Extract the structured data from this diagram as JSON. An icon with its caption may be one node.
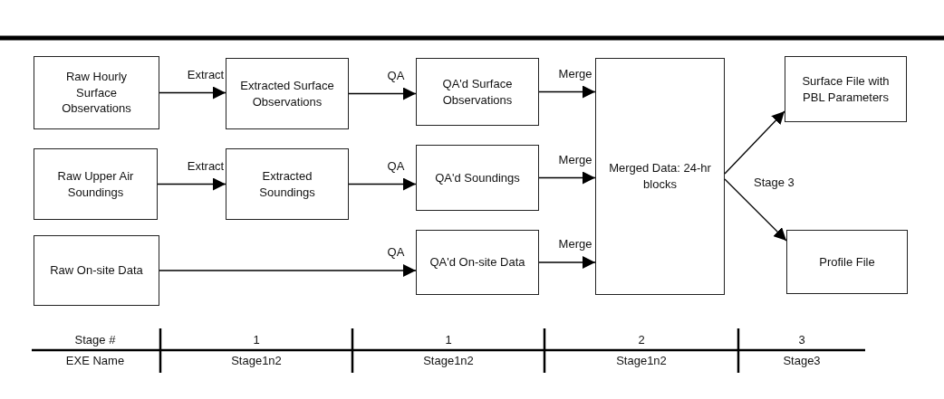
{
  "diagram": {
    "nodes": [
      {
        "text": [
          "Raw Hourly Surface Observations"
        ]
      },
      {
        "text": [
          "Extracted Surface Observations"
        ]
      },
      {
        "text": [
          "QA'd Surface Observations"
        ]
      },
      {
        "text": [
          "Merged Data: 24-hr blocks"
        ]
      },
      {
        "text": [
          "Surface File with PBL Parameters"
        ]
      },
      {
        "text": [
          "Raw Upper Air Soundings"
        ]
      },
      {
        "text": [
          "Extracted Soundings"
        ]
      },
      {
        "text": [
          "QA'd Soundings"
        ]
      },
      {
        "text": [
          "Raw On-site Data"
        ]
      },
      {
        "text": [
          "QA'd On-site Data"
        ]
      },
      {
        "text": [
          "Profile File"
        ]
      }
    ],
    "edges": [
      {
        "from": 0,
        "to": 1,
        "arrow": "to",
        "label": "Extract"
      },
      {
        "from": 1,
        "to": 2,
        "arrow": "to",
        "label": "QA"
      },
      {
        "from": 2,
        "to": 3,
        "arrow": "to",
        "label": "Merge"
      },
      {
        "from": 5,
        "to": 6,
        "arrow": "to",
        "label": "Extract"
      },
      {
        "from": 6,
        "to": 7,
        "arrow": "to",
        "label": "QA"
      },
      {
        "from": 7,
        "to": 3,
        "arrow": "to",
        "label": "Merge"
      },
      {
        "from": 8,
        "to": 9,
        "arrow": "to",
        "label": "QA"
      },
      {
        "from": 9,
        "to": 3,
        "arrow": "to",
        "label": "Merge"
      },
      {
        "from": 3,
        "to": 4,
        "arrow": "to"
      },
      {
        "from": 3,
        "to": 10,
        "arrow": "to"
      }
    ],
    "labels": [
      "Stage 3",
      "Stage #",
      "1",
      "1",
      "2",
      "3",
      "EXE Name",
      "Stage1n2",
      "Stage1n2",
      "Stage1n2",
      "Stage3"
    ]
  }
}
